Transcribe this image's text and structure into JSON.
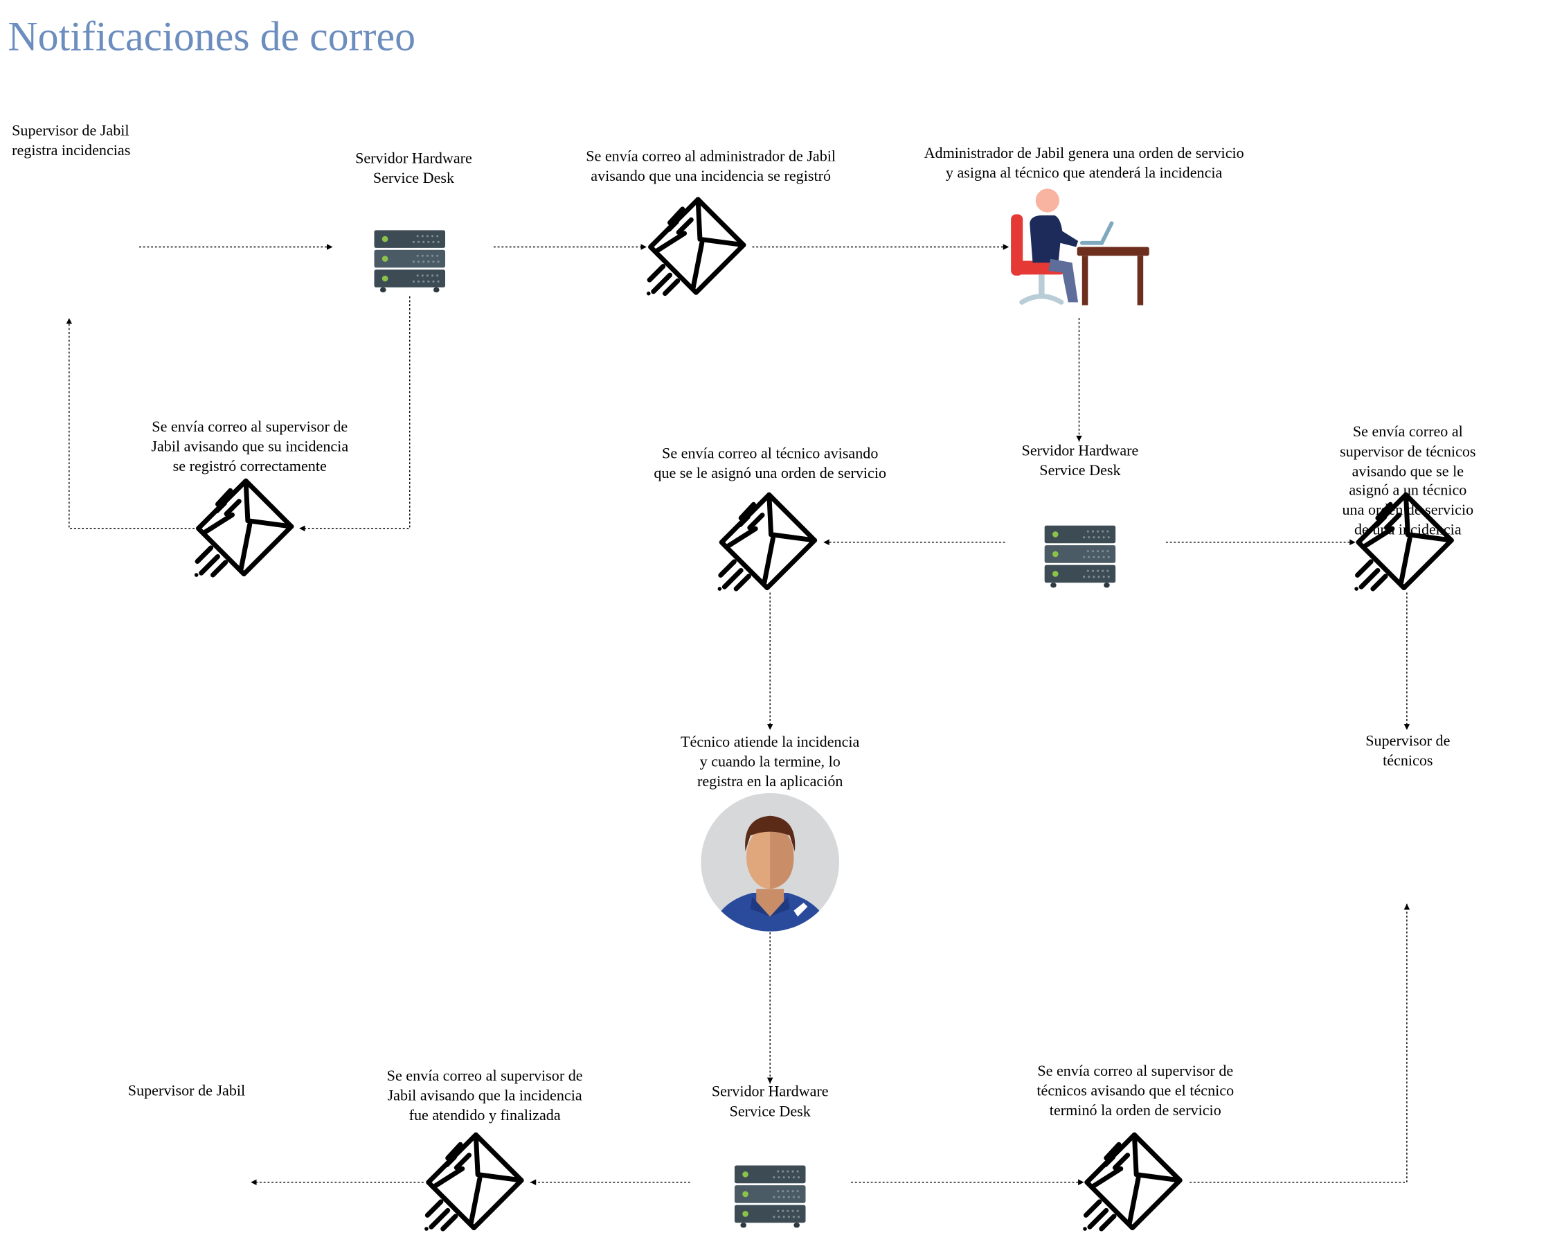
{
  "title": "Notificaciones de correo",
  "colors": {
    "title": "#6c8ebf",
    "connector": "#000000",
    "server_body": "#3d4b55",
    "server_led": "#8bc34a",
    "chair": "#e53935",
    "desk": "#6d2e1e",
    "person_suit": "#1c2b5a"
  },
  "nodes": {
    "supervisor_jabil_registra": {
      "label": "Supervisor de Jabil\nregistra incidencias"
    },
    "servidor_1": {
      "label": "Servidor Hardware\nService Desk",
      "icon": "server-icon"
    },
    "correo_admin": {
      "label": "Se envía correo al administrador de Jabil\navisando que una incidencia se registró",
      "icon": "envelope-icon"
    },
    "administrador": {
      "label": "Administrador de Jabil genera una orden de servicio\ny asigna al técnico que atenderá la incidencia",
      "icon": "person-at-desk-icon"
    },
    "correo_supervisor_registro": {
      "label": "Se envía correo al supervisor de\nJabil avisando que su incidencia\nse registró correctamente",
      "icon": "envelope-icon"
    },
    "correo_tecnico": {
      "label": "Se envía correo al técnico avisando\nque se le asignó una orden de servicio",
      "icon": "envelope-icon"
    },
    "servidor_2": {
      "label": "Servidor Hardware\nService Desk",
      "icon": "server-icon"
    },
    "correo_supervisor_tecnicos": {
      "label": "Se envía correo al supervisor de técnicos\navisando que se le asignó a un técnico\nuna orden de servicio de una incidencia",
      "icon": "envelope-icon"
    },
    "tecnico": {
      "label": "Técnico atiende la incidencia\ny cuando la termine, lo\nregistra en la aplicación",
      "icon": "technician-avatar-icon"
    },
    "supervisor_tecnicos": {
      "label": "Supervisor de técnicos"
    },
    "supervisor_jabil_final": {
      "label": "Supervisor de Jabil"
    },
    "correo_supervisor_final": {
      "label": "Se envía correo al supervisor de\nJabil avisando que la incidencia\nfue atendido y finalizada",
      "icon": "envelope-icon"
    },
    "servidor_3": {
      "label": "Servidor Hardware\nService Desk",
      "icon": "server-icon"
    },
    "correo_tecnicos_termino": {
      "label": "Se envía correo al supervisor de\ntécnicos avisando que el técnico\nterminó la orden de servicio",
      "icon": "envelope-icon"
    }
  },
  "edges": [
    {
      "from": "supervisor_jabil_registra",
      "to": "servidor_1"
    },
    {
      "from": "servidor_1",
      "to": "correo_admin"
    },
    {
      "from": "correo_admin",
      "to": "administrador"
    },
    {
      "from": "servidor_1",
      "to": "correo_supervisor_registro"
    },
    {
      "from": "correo_supervisor_registro",
      "to": "supervisor_jabil_registra"
    },
    {
      "from": "administrador",
      "to": "servidor_2"
    },
    {
      "from": "servidor_2",
      "to": "correo_tecnico"
    },
    {
      "from": "servidor_2",
      "to": "correo_supervisor_tecnicos"
    },
    {
      "from": "correo_tecnico",
      "to": "tecnico"
    },
    {
      "from": "correo_supervisor_tecnicos",
      "to": "supervisor_tecnicos"
    },
    {
      "from": "tecnico",
      "to": "servidor_3"
    },
    {
      "from": "servidor_3",
      "to": "correo_supervisor_final"
    },
    {
      "from": "correo_supervisor_final",
      "to": "supervisor_jabil_final"
    },
    {
      "from": "servidor_3",
      "to": "correo_tecnicos_termino"
    },
    {
      "from": "correo_tecnicos_termino",
      "to": "supervisor_tecnicos"
    }
  ]
}
